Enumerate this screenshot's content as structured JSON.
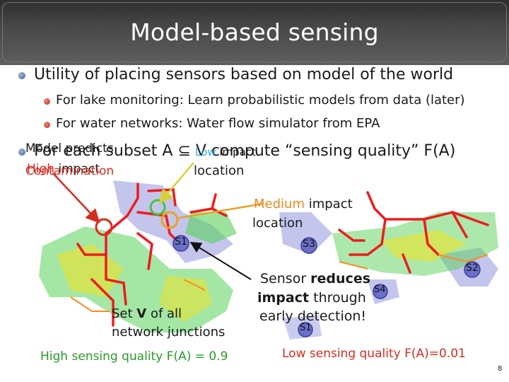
{
  "slide": {
    "title": "Model-based sensing",
    "page_number": "8"
  },
  "bullets": {
    "utility": "Utility of placing sensors based on model of the world",
    "lake": "For lake monitoring: Learn probabilistic models from data (later)",
    "water": "For water networks: Water flow simulator from EPA",
    "subset": "For each subset A ⊆ V compute “sensing quality” F(A)"
  },
  "annotations": {
    "model_predicts": "Model predicts",
    "high_impact_high": "High",
    "high_impact_rest": " impact",
    "contamination": "Contamination",
    "low_impact_low": "Low",
    "low_impact_rest": " impact",
    "low_location": "location",
    "medium_word": "Medium",
    "medium_rest": " impact",
    "medium_location": "location",
    "sensor_reduces_1": "Sensor ",
    "sensor_reduces_2": "reduces",
    "impact_through_1": "impact",
    "impact_through_2": " through",
    "early_detection": "early detection!",
    "set_v_1": "Set ",
    "set_v_2": "V",
    "set_v_3": " of all",
    "network_junctions": "network junctions",
    "high_quality": "High sensing quality F(A) = 0.9",
    "low_quality": "Low sensing quality F(A)=0.01"
  },
  "sensors": {
    "left_s1": "S1",
    "right_s3": "S3",
    "right_s2": "S2",
    "right_s4": "S4",
    "right_s1": "S1"
  },
  "colors": {
    "title_bg": "#4a4a4a",
    "red": "#d62b1f",
    "orange": "#e98a1c",
    "sensor_fill": "#6a6fc9",
    "network_red": "#ee1c1c",
    "network_green": "#3cc33c",
    "network_yellow": "#f2e21e"
  }
}
